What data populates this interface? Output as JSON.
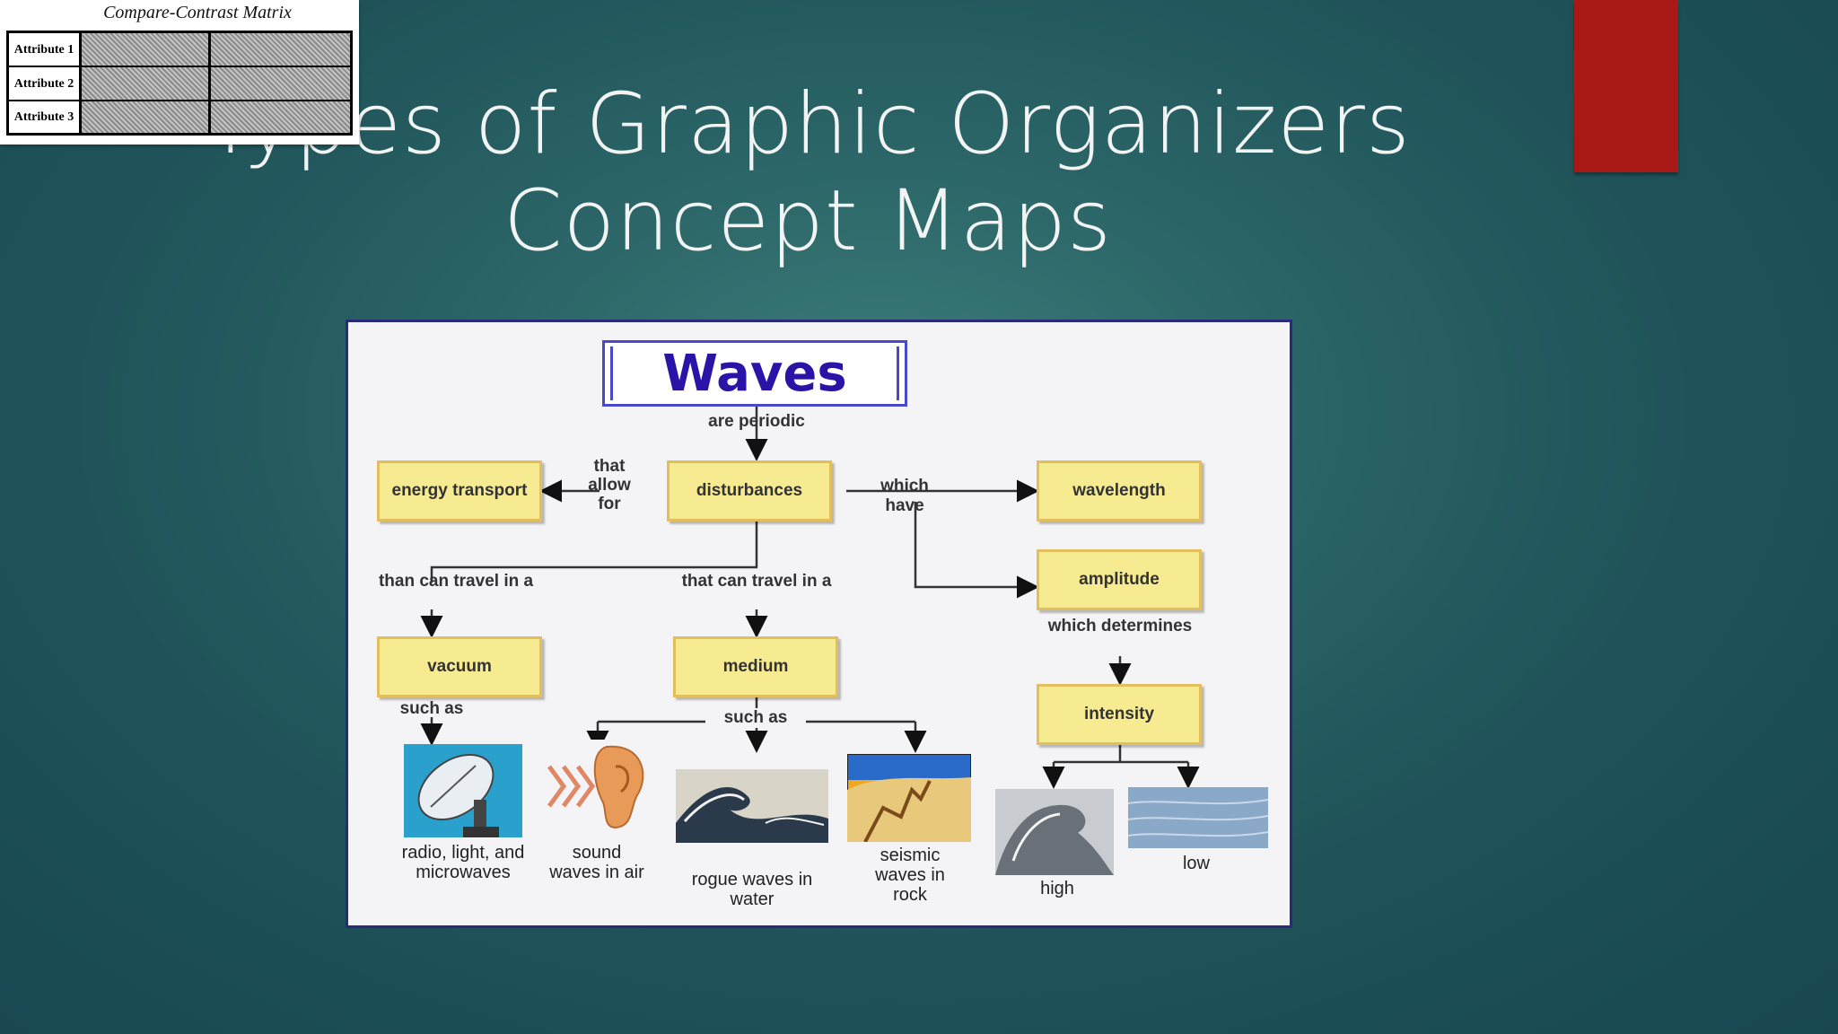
{
  "slide": {
    "title_line1": "Types of Graphic Organizers",
    "title_line2": "Concept Maps",
    "accent_color": "#a81814"
  },
  "matrix": {
    "title": "Compare-Contrast Matrix",
    "rows": [
      "Attribute 1",
      "Attribute 2",
      "Attribute 3"
    ]
  },
  "concept_map": {
    "root": "Waves",
    "root_link": "are periodic",
    "nodes": {
      "energy": "energy transport",
      "disturbances": "disturbances",
      "wavelength": "wavelength",
      "amplitude": "amplitude",
      "vacuum": "vacuum",
      "medium": "medium",
      "intensity": "intensity"
    },
    "links": {
      "allow": "that allow for",
      "have": "which have",
      "travel_vacuum": "than can travel in a",
      "travel_medium": "that can travel in a",
      "determines": "which determines",
      "such_as_1": "such as",
      "such_as_2": "such as"
    },
    "examples": {
      "radio": "radio, light, and microwaves",
      "sound": "sound waves in air",
      "rogue": "rogue waves in water",
      "seismic": "seismic waves in rock",
      "high": "high",
      "low": "low"
    }
  }
}
